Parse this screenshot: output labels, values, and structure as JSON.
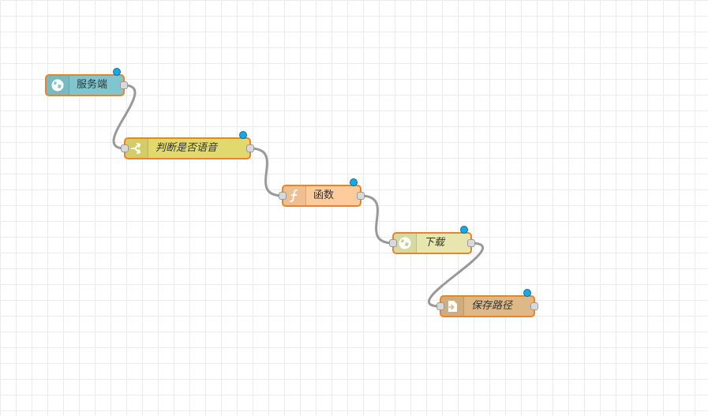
{
  "flow": {
    "nodes": [
      {
        "id": "n1",
        "label": "服务端",
        "icon": "globe-icon",
        "color": "#7fc6cf",
        "italic": false
      },
      {
        "id": "n2",
        "label": "判断是否语音",
        "icon": "switch-icon",
        "color": "#e2d96e",
        "italic": true
      },
      {
        "id": "n3",
        "label": "函数",
        "icon": "function-icon",
        "color": "#fdcb9c",
        "italic": false
      },
      {
        "id": "n4",
        "label": "下载",
        "icon": "globe-icon",
        "color": "#e6e6ae",
        "italic": true
      },
      {
        "id": "n5",
        "label": "保存路径",
        "icon": "file-icon",
        "color": "#deb887",
        "italic": true
      }
    ],
    "colors": {
      "node_border": "#e8852a",
      "wire": "#999999",
      "status_dot": "#17a9e6",
      "grid": "#ebebeb"
    }
  }
}
